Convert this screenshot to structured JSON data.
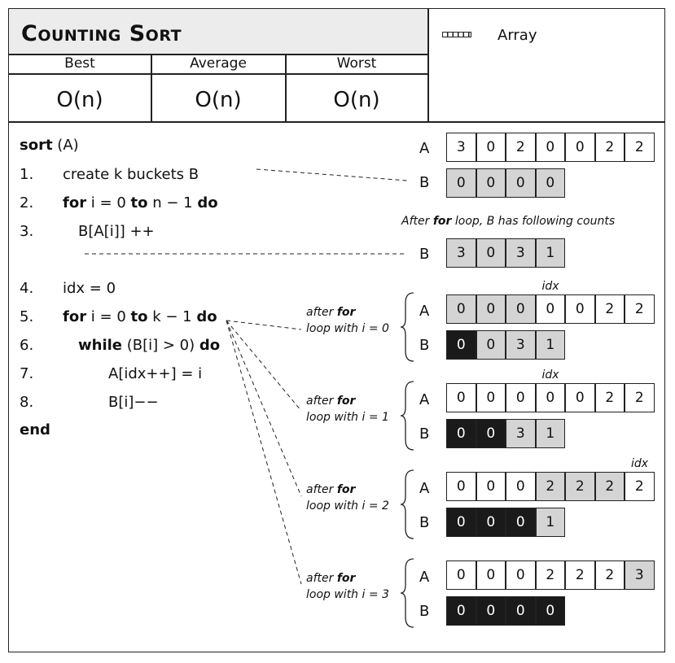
{
  "title": "Counting Sort",
  "complexity": {
    "headers": [
      "Best",
      "Average",
      "Worst"
    ],
    "values": [
      "O(n)",
      "O(n)",
      "O(n)"
    ]
  },
  "legend": {
    "icon": "array-icon",
    "label": "Array"
  },
  "code": {
    "sig_keyword": "sort",
    "sig_args": "(A)",
    "lines": [
      {
        "num": "1.",
        "parts": [
          "create k buckets B"
        ]
      },
      {
        "num": "2.",
        "parts": [
          "for",
          " i = 0 ",
          "to",
          " n − 1 ",
          "do"
        ]
      },
      {
        "num": "3.",
        "parts": [
          "B[A[i]] ++"
        ]
      },
      {
        "num": "4.",
        "parts": [
          "idx = 0"
        ]
      },
      {
        "num": "5.",
        "parts": [
          "for",
          " i = 0 ",
          "to",
          " k − 1 ",
          "do"
        ]
      },
      {
        "num": "6.",
        "parts": [
          "while",
          " (B[i] > 0) ",
          "do"
        ]
      },
      {
        "num": "7.",
        "parts": [
          "A[idx++] = i"
        ]
      },
      {
        "num": "8.",
        "parts": [
          "B[i]−−"
        ]
      }
    ],
    "end": "end"
  },
  "labels": {
    "a": "A",
    "b": "B",
    "idx": "idx"
  },
  "initial": {
    "A": [
      "3",
      "0",
      "2",
      "0",
      "0",
      "2",
      "2"
    ],
    "B": [
      "0",
      "0",
      "0",
      "0"
    ]
  },
  "counts_caption": {
    "pre": "After ",
    "kw": "for",
    "post": " loop, B has following counts"
  },
  "counts_B": [
    "3",
    "0",
    "3",
    "1"
  ],
  "steps": [
    {
      "caption_pre": "after ",
      "caption_kw": "for",
      "caption_line2": "loop with i = 0",
      "A": [
        "0",
        "0",
        "0",
        "0",
        "0",
        "2",
        "2"
      ],
      "A_shade": [
        "gray",
        "gray",
        "gray",
        "",
        "",
        "",
        ""
      ],
      "B": [
        "0",
        "0",
        "3",
        "1"
      ],
      "B_shade": [
        "dark",
        "gray",
        "gray",
        "gray"
      ],
      "idx_pos": 3
    },
    {
      "caption_pre": "after ",
      "caption_kw": "for",
      "caption_line2": "loop with i = 1",
      "A": [
        "0",
        "0",
        "0",
        "0",
        "0",
        "2",
        "2"
      ],
      "A_shade": [
        "",
        "",
        "",
        "",
        "",
        "",
        ""
      ],
      "B": [
        "0",
        "0",
        "3",
        "1"
      ],
      "B_shade": [
        "dark",
        "dark",
        "gray",
        "gray"
      ],
      "idx_pos": 3
    },
    {
      "caption_pre": "after ",
      "caption_kw": "for",
      "caption_line2": "loop with i = 2",
      "A": [
        "0",
        "0",
        "0",
        "2",
        "2",
        "2",
        "2"
      ],
      "A_shade": [
        "",
        "",
        "",
        "gray",
        "gray",
        "gray",
        ""
      ],
      "B": [
        "0",
        "0",
        "0",
        "1"
      ],
      "B_shade": [
        "dark",
        "dark",
        "dark",
        "gray"
      ],
      "idx_pos": 6
    },
    {
      "caption_pre": "after ",
      "caption_kw": "for",
      "caption_line2": "loop with i = 3",
      "A": [
        "0",
        "0",
        "0",
        "2",
        "2",
        "2",
        "3"
      ],
      "A_shade": [
        "",
        "",
        "",
        "",
        "",
        "",
        "gray"
      ],
      "B": [
        "0",
        "0",
        "0",
        "0"
      ],
      "B_shade": [
        "dark",
        "dark",
        "dark",
        "dark"
      ],
      "idx_pos": -1
    }
  ]
}
